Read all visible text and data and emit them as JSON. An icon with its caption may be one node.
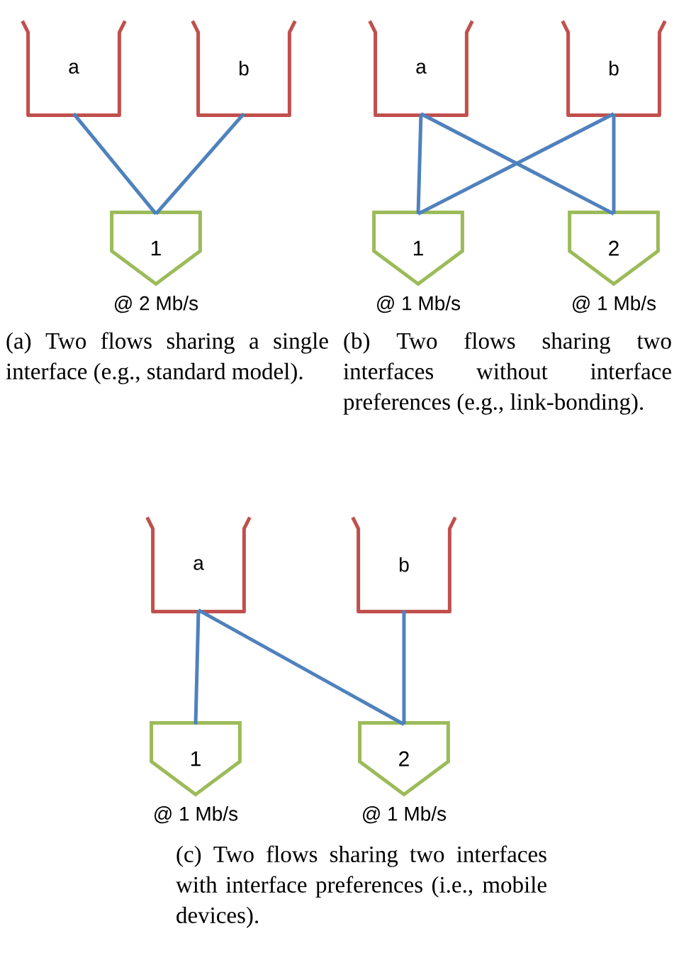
{
  "diagram": {
    "nodes": [
      {
        "text": [
          "a"
        ]
      },
      {
        "text": [
          "b"
        ]
      },
      {
        "text": [
          "1"
        ],
        "beside": [
          "@ 2 Mb/s"
        ]
      },
      {
        "text": [
          "a"
        ]
      },
      {
        "text": [
          "b"
        ]
      },
      {
        "text": [
          "1"
        ],
        "beside": [
          "@ 1 Mb/s"
        ]
      },
      {
        "text": [
          "2"
        ],
        "beside": [
          "@ 1 Mb/s"
        ]
      },
      {
        "text": [
          "a"
        ]
      },
      {
        "text": [
          "b"
        ]
      },
      {
        "text": [
          "1"
        ],
        "beside": [
          "@ 1 Mb/s"
        ]
      },
      {
        "text": [
          "2"
        ],
        "beside": [
          "@ 1 Mb/s"
        ]
      }
    ],
    "edges": [
      {
        "from": 0,
        "to": 2,
        "arrow": "none"
      },
      {
        "from": 1,
        "to": 2,
        "arrow": "none"
      },
      {
        "from": 3,
        "to": 5,
        "arrow": "none"
      },
      {
        "from": 3,
        "to": 6,
        "arrow": "none"
      },
      {
        "from": 4,
        "to": 5,
        "arrow": "none"
      },
      {
        "from": 4,
        "to": 6,
        "arrow": "none"
      },
      {
        "from": 7,
        "to": 9,
        "arrow": "none"
      },
      {
        "from": 7,
        "to": 10,
        "arrow": "none"
      },
      {
        "from": 8,
        "to": 10,
        "arrow": "none"
      }
    ],
    "labels": [
      "(a) Two flows sharing a single interface (e.g., standard model).",
      "(b) Two flows sharing two interfaces without interface preferences (e.g., link-bonding).",
      "(c) Two flows sharing two interfaces with interface preferences (i.e., mobile devices)."
    ]
  }
}
